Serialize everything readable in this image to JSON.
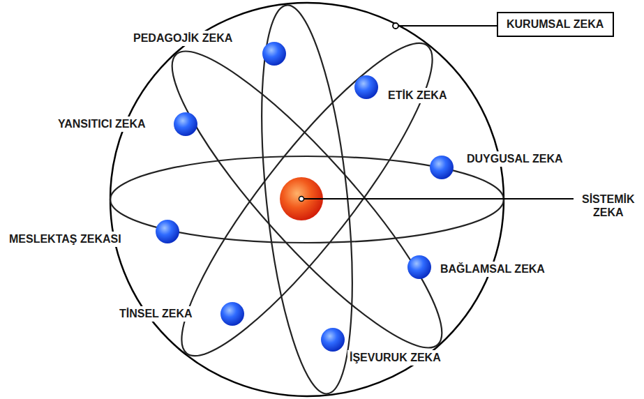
{
  "diagram": {
    "nodes": [
      {
        "text": [
          "KURUMSAL ZEKA"
        ]
      }
    ],
    "labels": [
      "PEDAGOJİK ZEKA",
      "ETİK ZEKA",
      "YANSITICI ZEKA",
      "DUYGUSAL ZEKA",
      "SİSTEMİK ZEKA",
      "MESLEKTAŞ ZEKASI",
      "BAĞLAMSAL ZEKA",
      "TİNSEL ZEKA",
      "İŞEVURUK ZEKA"
    ]
  }
}
